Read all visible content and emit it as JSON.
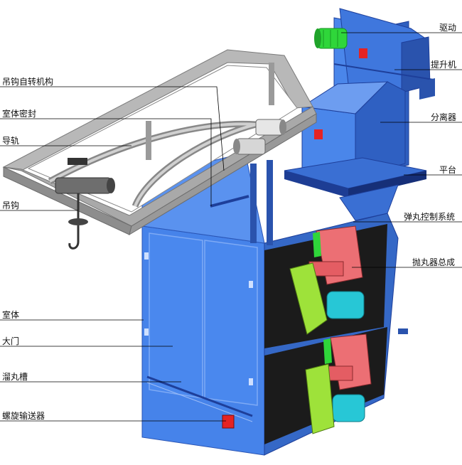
{
  "colors": {
    "body_blue": "#3f7fe6",
    "dark_blue": "#1e3f9a",
    "frame_gray": "#b4b4b4",
    "throat_dark": "#1a1a1a",
    "motor_green": "#2fd63a",
    "hood_yellowgreen": "#9ee23a",
    "turbine_red": "#ec6f74",
    "motor_cyan": "#27c7d6",
    "door_red": "#e52323"
  },
  "labels": {
    "left": [
      "吊钩自转机构",
      "室体密封",
      "导轨",
      "吊钩",
      "室体",
      "大门",
      "溜丸槽",
      "螺旋输送器"
    ],
    "right": [
      "驱动",
      "提升机",
      "分离器",
      "平台",
      "弹丸控制系统",
      "抛丸器总成"
    ]
  }
}
